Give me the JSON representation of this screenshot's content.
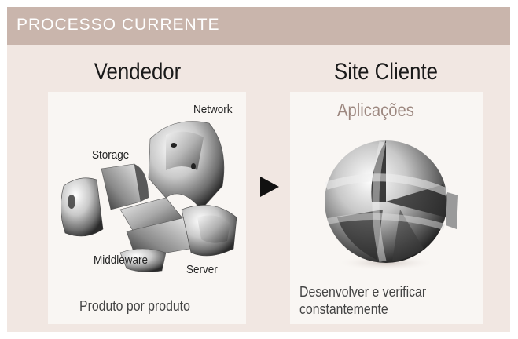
{
  "header": {
    "title": "PROCESSO  CURRENTE"
  },
  "left_column": {
    "title": "Vendedor",
    "labels": {
      "network": "Network",
      "storage": "Storage",
      "middleware": "Middleware",
      "server": "Server"
    },
    "caption": "Produto por produto"
  },
  "right_column": {
    "title": "Site Cliente",
    "subtitle": "Aplicações",
    "caption_line1": "Desenvolver e verificar",
    "caption_line2": "constantemente"
  },
  "colors": {
    "header_bar": "#c9b5ac",
    "background": "#f1e7e2",
    "panel": "#f9f6f3",
    "arrow": "#111111"
  },
  "icons": [
    "arrow-right-icon",
    "scattered-sphere-pieces-icon",
    "assembled-sphere-icon"
  ]
}
